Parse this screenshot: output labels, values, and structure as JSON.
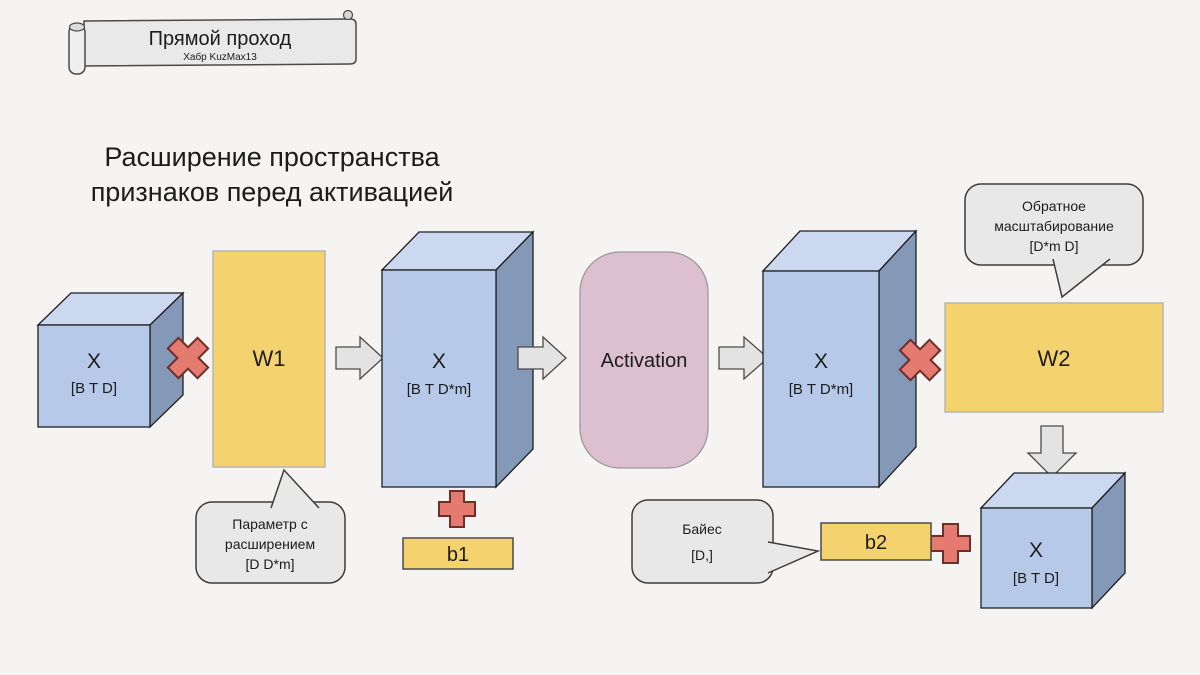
{
  "banner": {
    "title": "Прямой проход",
    "subtitle": "Хабр KuzMax13"
  },
  "heading": {
    "line1": "Расширение пространства",
    "line2": "признаков перед активацией"
  },
  "nodes": {
    "input_cube": {
      "label": "X",
      "dims": "[B T D]"
    },
    "w1": {
      "label": "W1"
    },
    "hidden1": {
      "label": "X",
      "dims": "[B T D*m]"
    },
    "b1": {
      "label": "b1"
    },
    "activation": {
      "label": "Activation"
    },
    "hidden2": {
      "label": "X",
      "dims": "[B T D*m]"
    },
    "w2": {
      "label": "W2"
    },
    "b2": {
      "label": "b2"
    },
    "output_cube": {
      "label": "X",
      "dims": "[B T D]"
    }
  },
  "callouts": {
    "w1_note": {
      "lines": [
        "Параметр с",
        "расширением",
        "[D D*m]"
      ]
    },
    "w2_note": {
      "lines": [
        "Обратное",
        "масштабирование",
        "[D*m D]"
      ]
    },
    "b2_note": {
      "lines": [
        "Байес",
        "[D,]"
      ]
    }
  },
  "operators": {
    "multiply": "×",
    "plus": "+"
  },
  "colors": {
    "background": "#f5f4f3",
    "cube_front": "#b7c9e9",
    "cube_top": "#cbd8f0",
    "cube_side": "#8498b8",
    "weight_yellow": "#f4d36f",
    "activation_pink": "#ddc0d0",
    "operator_red": "#e57a70",
    "operator_red_border": "#6e2f28",
    "callout_gray": "#e8e8e8",
    "arrow_gray": "#e3e3e3"
  }
}
